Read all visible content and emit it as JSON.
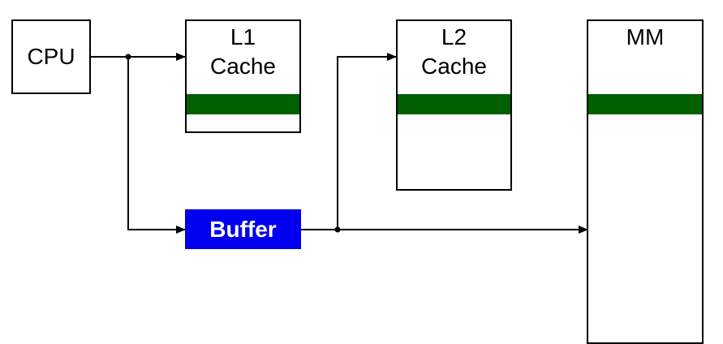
{
  "nodes": {
    "cpu": {
      "label": "CPU"
    },
    "l1": {
      "line1": "L1",
      "line2": "Cache"
    },
    "l2": {
      "line1": "L2",
      "line2": "Cache"
    },
    "mm": {
      "label": "MM"
    },
    "buffer": {
      "label": "Buffer"
    }
  },
  "colors": {
    "cache_line": "#006000",
    "buffer_fill": "#0000ee",
    "stroke": "#000000"
  }
}
